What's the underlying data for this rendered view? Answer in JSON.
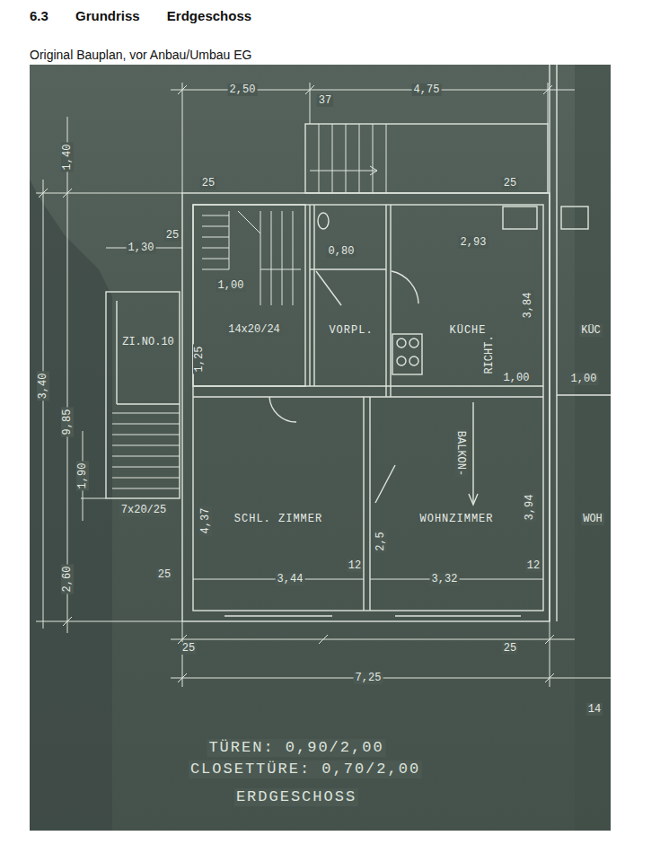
{
  "diagram": {
    "title": "6.3 Grundriss Erdgeschoss",
    "caption": "Original Bauplan, vor Anbau/Umbau EG",
    "nodes": [
      {
        "text": [
          "VORPL."
        ]
      },
      {
        "text": [
          "KÜCHE"
        ]
      },
      {
        "text": [
          "SCHL. ZIMMER"
        ]
      },
      {
        "text": [
          "WOHNZIMMER"
        ]
      }
    ],
    "labels": [
      "2,50",
      "37",
      "4,75",
      "1,40",
      "25",
      "25",
      "1,30",
      "25",
      "1,00",
      "14x20/24",
      "2,93",
      "3,84",
      "1,00",
      "1,00",
      "ZI.NO.10",
      "7x20/25",
      "9,85",
      "3,40",
      "1,90",
      "2,60",
      "25",
      "3,44",
      "12",
      "3,32",
      "12",
      "4,37",
      "3,94",
      "25",
      "25",
      "7,25",
      "BALKON-",
      "RICHT.",
      "0,80",
      "2,5",
      "14",
      "TÜREN: 0,90/2,00",
      "CLOSETTÜRE: 0,70/2,00",
      "ERDGESCHOSS",
      "KÜC",
      "WOH",
      "1,25"
    ]
  }
}
